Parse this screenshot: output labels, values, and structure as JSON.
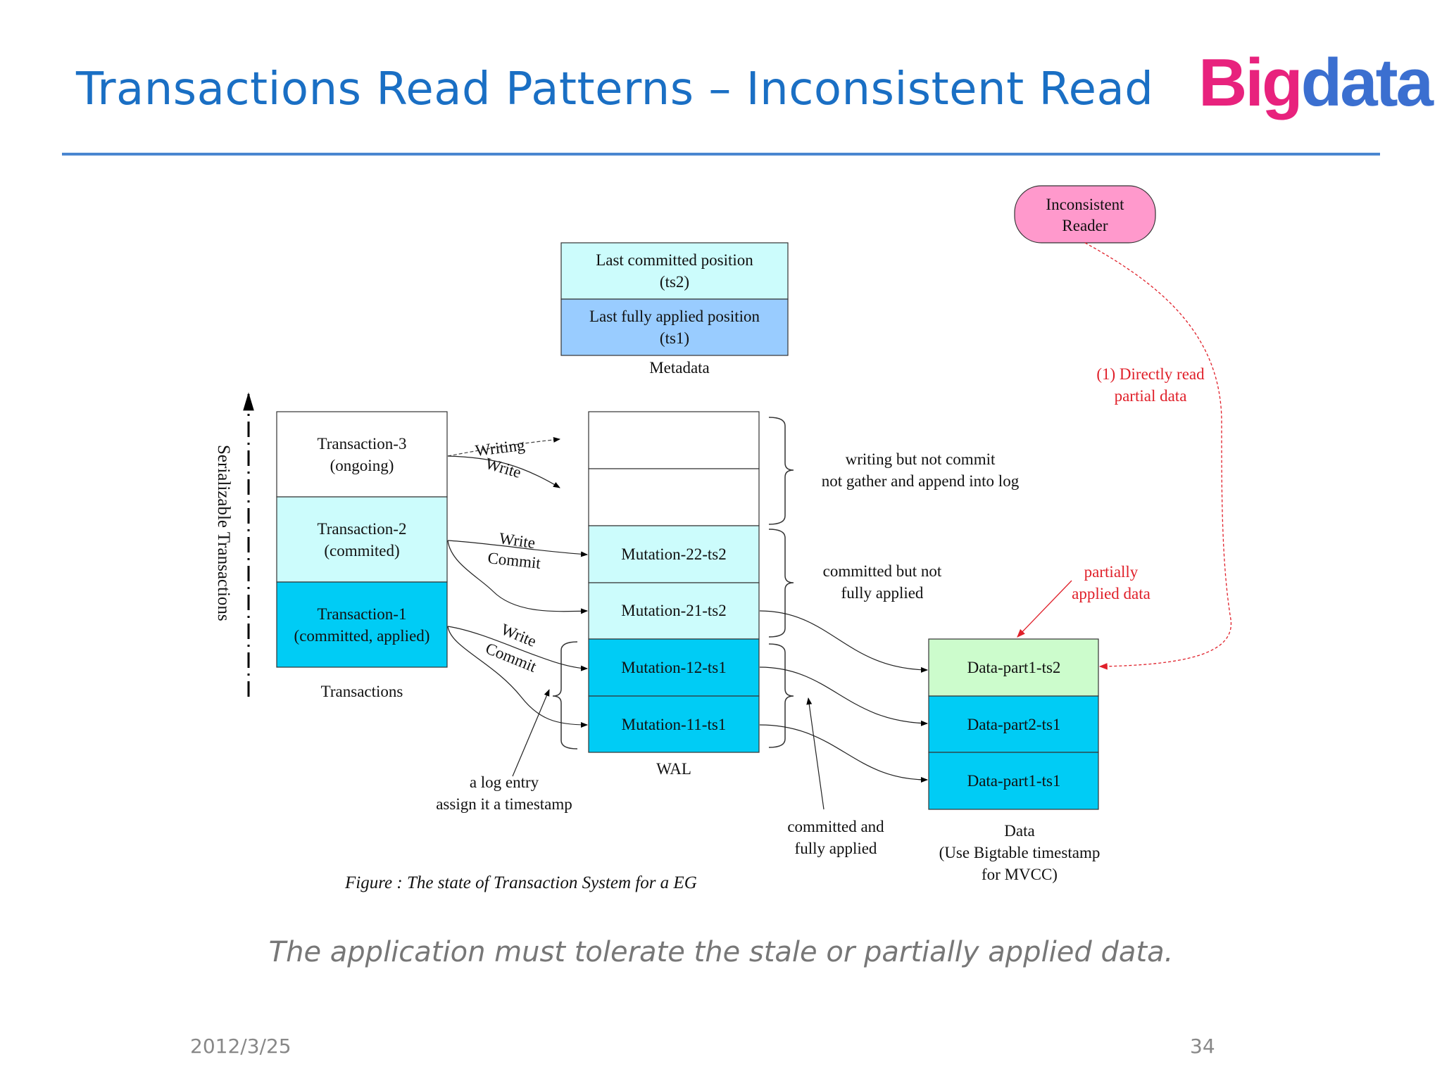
{
  "slide": {
    "title": "Transactions Read Patterns – Inconsistent Read",
    "logo_part1": "Big",
    "logo_part2": "data",
    "caption": "The application must tolerate the stale or partially applied data.",
    "date": "2012/3/25",
    "page_number": "34"
  },
  "diagram": {
    "figure_caption": "Figure : The state of Transaction System for a EG",
    "axis_label": "Serializable Transactions",
    "reader": {
      "line1": "Inconsistent",
      "line2": "Reader"
    },
    "metadata": {
      "label": "Metadata",
      "committed_line1": "Last committed position",
      "committed_line2": "(ts2)",
      "applied_line1": "Last fully applied position",
      "applied_line2": "(ts1)"
    },
    "transactions": {
      "label": "Transactions",
      "t3_line1": "Transaction-3",
      "t3_line2": "(ongoing)",
      "t2_line1": "Transaction-2",
      "t2_line2": "(commited)",
      "t1_line1": "Transaction-1",
      "t1_line2": "(committed, applied)"
    },
    "wal": {
      "label": "WAL",
      "m22": "Mutation-22-ts2",
      "m21": "Mutation-21-ts2",
      "m12": "Mutation-12-ts1",
      "m11": "Mutation-11-ts1"
    },
    "data": {
      "label_line1": "Data",
      "label_line2": "(Use Bigtable timestamp",
      "label_line3": "for MVCC)",
      "p1ts2": "Data-part1-ts2",
      "p2ts1": "Data-part2-ts1",
      "p1ts1": "Data-part1-ts1"
    },
    "edge_labels": {
      "writing": "Writing",
      "write": "Write",
      "commit": "Commit"
    },
    "notes": {
      "writing_not_commit_1": "writing but not commit",
      "writing_not_commit_2": "not gather and append into log",
      "committed_not_applied_1": "committed but not",
      "committed_not_applied_2": "fully applied",
      "committed_applied_1": "committed and",
      "committed_applied_2": "fully applied",
      "log_entry_1": "a log entry",
      "log_entry_2": "assign it a timestamp",
      "directly_read_1": "(1) Directly read",
      "directly_read_2": "partial data",
      "partially_applied_1": "partially",
      "partially_applied_2": "applied data"
    },
    "colors": {
      "light_cyan": "#ccfcfc",
      "cyan": "#00ccf5",
      "blue": "#99ccff",
      "green": "#ccfccc",
      "pink": "#ff99cc",
      "red": "#e0202a"
    }
  }
}
